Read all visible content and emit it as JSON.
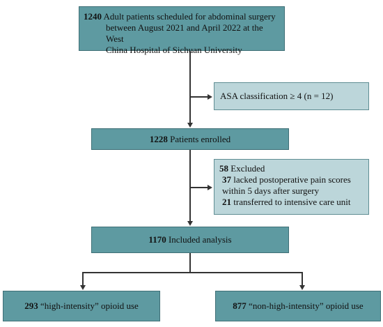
{
  "boxes": {
    "top": {
      "count": "1240",
      "line1": " Adult patients scheduled for abdominal surgery",
      "line2": "between August 2021 and April 2022 at  the West",
      "line3": "China Hospital of Sichuan University"
    },
    "asa": {
      "text": "ASA classification ≥ 4 (n = 12)"
    },
    "enrolled": {
      "count": "1228",
      "text": " Patients enrolled"
    },
    "excluded": {
      "count": "58",
      "title": " Excluded",
      "r1_count": "37",
      "r1_line1": "  lacked postoperative pain scores",
      "r1_line2": "within 5 days after surgery",
      "r2_count": "21",
      "r2_text": "  transferred to intensive care unit"
    },
    "included": {
      "count": "1170",
      "text": " Included analysis"
    },
    "high": {
      "count": "293",
      "text": " “high-intensity” opioid use"
    },
    "nonhigh": {
      "count": "877",
      "text": " “non-high-intensity” opioid use"
    }
  }
}
